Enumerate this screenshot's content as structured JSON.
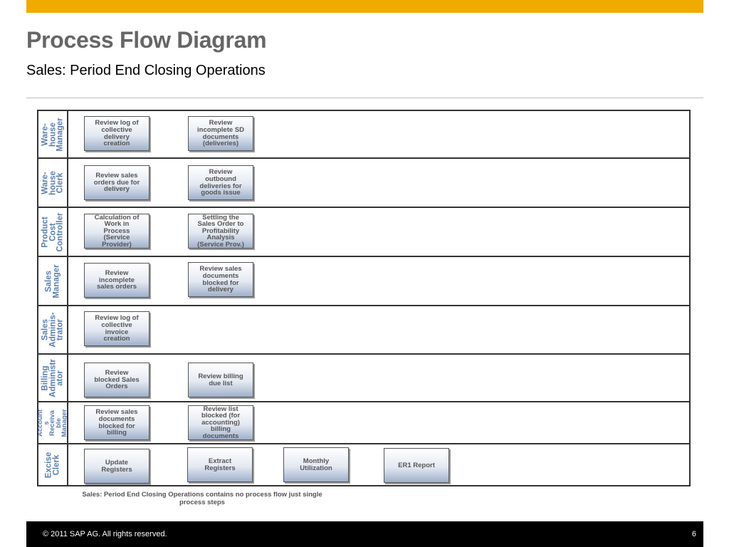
{
  "header": {
    "title": "Process Flow Diagram",
    "subtitle": "Sales: Period End Closing Operations"
  },
  "colors": {
    "accent_bar": "#f0ab00",
    "lane_label": "#5a7fb0",
    "step_text": "#555555"
  },
  "diagram": {
    "lanes": [
      {
        "label": "Ware-\nhouse\nManager",
        "steps": [
          "Review log of\ncollective\ndelivery\ncreation",
          "Review\nincomplete SD\ndocuments\n(deliveries)"
        ]
      },
      {
        "label": "Ware-\nhouse\nClerk",
        "steps": [
          "Review sales\norders due for\ndelivery",
          "Review\noutbound\ndeliveries for\ngoods issue"
        ]
      },
      {
        "label": "Product\nCost\nController",
        "steps": [
          "Calculation of\nWork in\nProcess\n(Service\nProvider)",
          "Settling the\nSales Order to\nProfitability\nAnalysis\n(Service Prov.)"
        ]
      },
      {
        "label": "Sales\nManager",
        "steps": [
          "Review\nincomplete\nsales orders",
          "Review sales\ndocuments\nblocked for\ndelivery"
        ]
      },
      {
        "label": "Sales\nAdminis-\ntrator",
        "steps": [
          "Review log of\ncollective\ninvoice\ncreation"
        ]
      },
      {
        "label": "Billing\nAdministr\nator",
        "steps": [
          "Review\nblocked Sales\nOrders",
          "Review billing\ndue list"
        ]
      },
      {
        "label": "Account\ns\nReceiva\nble\nManager",
        "steps": [
          "Review sales\ndocuments\nblocked for\nbilling",
          "Review list\nblocked (for\naccounting)\nbilling\ndocuments"
        ]
      },
      {
        "label": "Excise\nClerk",
        "steps": [
          "Update\nRegisters",
          "Extract\nRegisters",
          "Monthly\nUtilization",
          "ER1 Report"
        ]
      }
    ],
    "note": "Sales: Period End Closing Operations contains no process flow just single process steps"
  },
  "footer": {
    "copyright": "©  2011 SAP AG. All rights reserved.",
    "page_number": "6"
  }
}
